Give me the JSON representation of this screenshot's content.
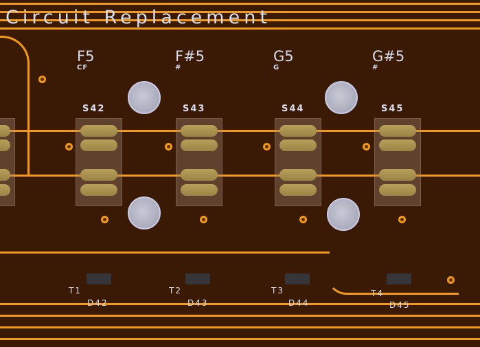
{
  "board": {
    "title": "Circuit Replacement",
    "colors": {
      "substrate": "#3a1a05",
      "trace": "#f29a14",
      "silkscreen": "#d8dcef",
      "pad": "#b8a05a"
    }
  },
  "notes": [
    {
      "name": "F5",
      "sub": "CF",
      "switch": "S42",
      "transistor": "T1",
      "diode": "D42"
    },
    {
      "name": "F#5",
      "sub": "#",
      "switch": "S43",
      "transistor": "T2",
      "diode": "D43"
    },
    {
      "name": "G5",
      "sub": "G",
      "switch": "S44",
      "transistor": "T3",
      "diode": "D44"
    },
    {
      "name": "G#5",
      "sub": "#",
      "switch": "S45",
      "transistor": "T4",
      "diode": "D45"
    }
  ]
}
